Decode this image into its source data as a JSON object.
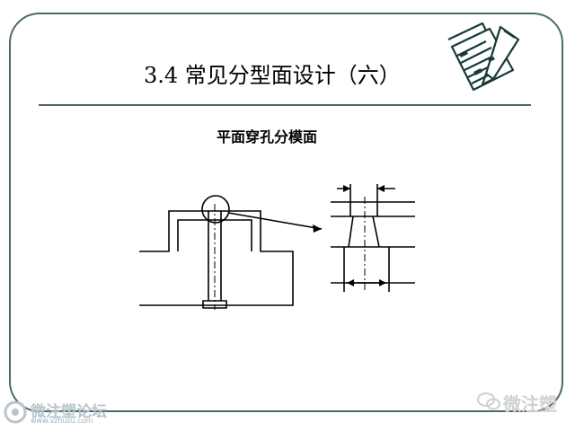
{
  "slide": {
    "title": "3.4  常见分型面设计（六）",
    "subtitle": "平面穿孔分模面",
    "accent_color": "#4a6a6a"
  },
  "watermark_left": {
    "title": "微注塑论坛",
    "url": "www.vzhusu.com"
  },
  "watermark_right": {
    "text": "微注塑"
  },
  "icons": {
    "corner": "notes-pencil-icon",
    "left_logo": "forum-logo-icon",
    "right_logo": "wechat-icon"
  }
}
